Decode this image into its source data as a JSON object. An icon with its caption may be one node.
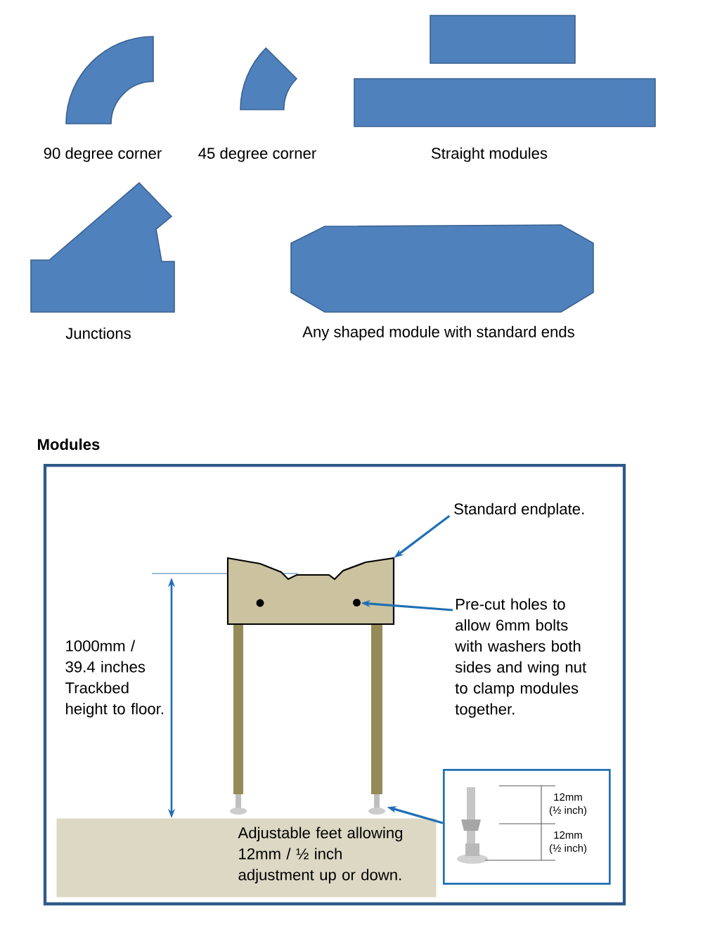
{
  "diagram": {
    "nodes": [
      {
        "text": [
          "Standard endplate."
        ]
      },
      {
        "text": [],
        "shape": "box"
      },
      {
        "text": [
          "Pre-cut holes to allow 6mm bolts with washers both sides and wing nut to clamp modules together."
        ]
      },
      {
        "text": [],
        "shape": "circle",
        "in": 1
      },
      {
        "text": [
          "12mm",
          "(½ inch)",
          "12mm",
          "(½ inch)"
        ]
      },
      {
        "text": [],
        "shape": "picture"
      },
      {
        "text": [
          "Adjustable feet allowing 12mm / ½ inch adjustment up or down."
        ]
      }
    ],
    "edges": [
      {
        "from": 0,
        "to": 1,
        "arrow": "to"
      },
      {
        "from": 2,
        "to": 3,
        "arrow": "to"
      },
      {
        "from": 4,
        "to": 5,
        "arrow": "to"
      }
    ],
    "labels": [
      "90 degree corner",
      "45 degree corner",
      "Straight modules",
      "Junctions",
      "Any shaped module with standard ends",
      "Modules",
      "1000mm / 39.4 inches Trackbed height to floor."
    ]
  }
}
